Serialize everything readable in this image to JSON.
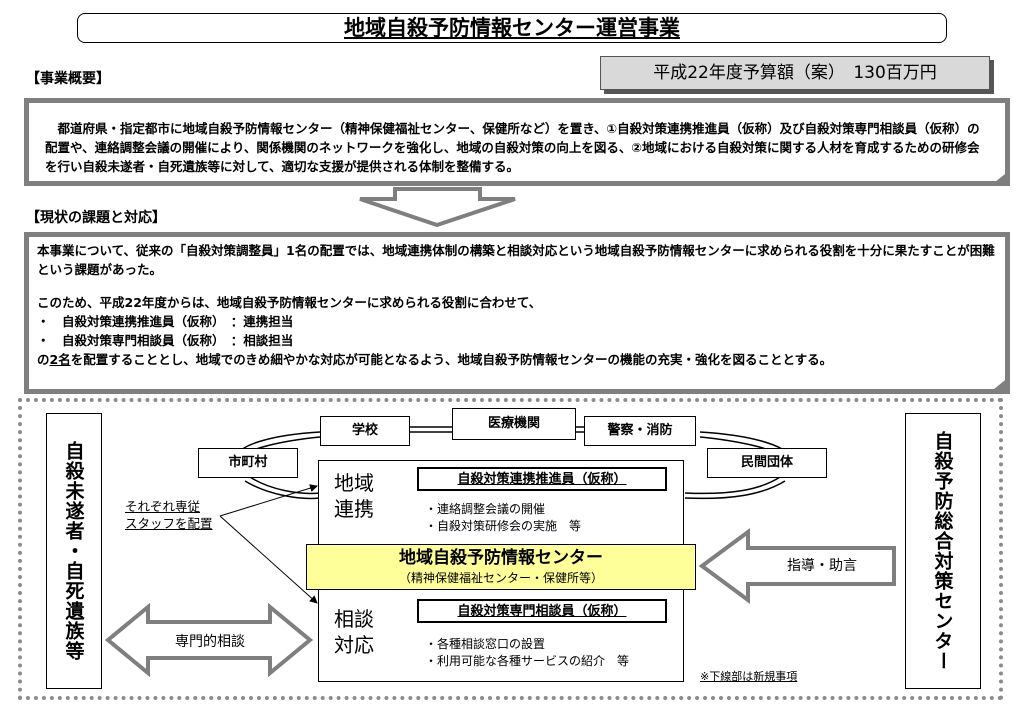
{
  "title": "地域自殺予防情報センター運営事業",
  "overview_heading": "【事業概要】",
  "budget": "平成22年度予算額（案）　130百万円",
  "overview_text": "都道府県・指定都市に地域自殺予防情報センター（精神保健福祉センター、保健所など）を置き、①自殺対策連携推進員（仮称）及び自殺対策専門相談員（仮称）の配置や、連絡調整会議の開催により、関係機関のネットワークを強化し、地域の自殺対策の向上を図る、②地域における自殺対策に関する人材を育成するための研修会を行い自殺未遂者・自死遺族等に対して、適切な支援が提供される体制を整備する。",
  "issues_heading": "【現状の課題と対応】",
  "issues": {
    "para1": "本事業について、従来の「自殺対策調整員」1名の配置では、地域連携体制の構築と相談対応という地域自殺予防情報センターに求められる役割を十分に果たすことが困難という課題があった。",
    "para2": "このため、平成22年度からは、地域自殺予防情報センターに求められる役割に合わせて、",
    "bullet1": "・　自殺対策連携推進員（仮称）　：連携担当",
    "bullet2": "・　自殺対策専門相談員（仮称）　：相談担当",
    "last_pre": "の",
    "last_ul": "2名",
    "last_post": "を配置することとし、地域でのきめ細やかな対応が可能となるよう、地域自殺予防情報センターの機能の充実・強化を図ることとする。"
  },
  "diagram": {
    "left_vertical": "自殺未遂者・自死遺族等",
    "right_vertical": "自殺予防総合対策センター",
    "orgs": {
      "school": "学校",
      "medical": "医療機関",
      "police": "警察・消防",
      "city": "市町村",
      "private": "民間団体"
    },
    "regional_label": "地域連携",
    "regional_label_1": "地域",
    "regional_label_2": "連携",
    "promoter": "自殺対策連携推進員（仮称）",
    "promoter_tasks": [
      "・連絡調整会議の開催",
      "・自殺対策研修会の実施　等"
    ],
    "center_name": "地域自殺予防情報センター",
    "center_sub": "（精神保健福祉センター・保健所等）",
    "consult_label_1": "相談",
    "consult_label_2": "対応",
    "counselor": "自殺対策専門相談員（仮称）",
    "counselor_tasks": [
      "・各種相談窓口の設置",
      "・利用可能な各種サービスの紹介　等"
    ],
    "staff_note_1": "それぞれ専従",
    "staff_note_2": "スタッフを配置",
    "guidance": "指導・助言",
    "consult_arrow": "専門的相談",
    "footnote": "※下線部は新規事項"
  },
  "colors": {
    "panel_border": "#7f7f7f",
    "center_fill": "#ffff99",
    "budget_fill": "#d9d9d9",
    "dotted_border": "#8c8c8c"
  }
}
